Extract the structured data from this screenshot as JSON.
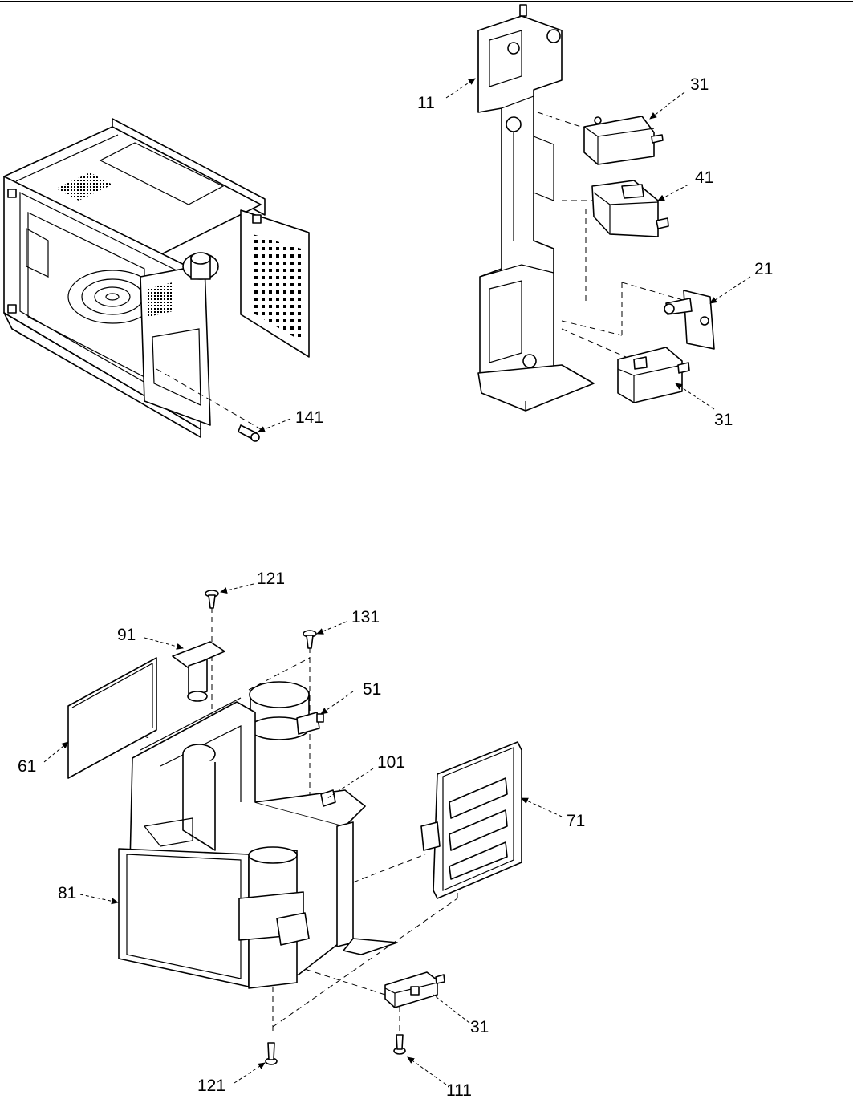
{
  "figure": {
    "callouts": [
      {
        "id": "c11",
        "text": "11"
      },
      {
        "id": "c31a",
        "text": "31"
      },
      {
        "id": "c41",
        "text": "41"
      },
      {
        "id": "c21",
        "text": "21"
      },
      {
        "id": "c31b",
        "text": "31"
      },
      {
        "id": "c141",
        "text": "141"
      },
      {
        "id": "c121a",
        "text": "121"
      },
      {
        "id": "c131",
        "text": "131"
      },
      {
        "id": "c91",
        "text": "91"
      },
      {
        "id": "c51",
        "text": "51"
      },
      {
        "id": "c61",
        "text": "61"
      },
      {
        "id": "c101",
        "text": "101"
      },
      {
        "id": "c71",
        "text": "71"
      },
      {
        "id": "c81",
        "text": "81"
      },
      {
        "id": "c31c",
        "text": "31"
      },
      {
        "id": "c121b",
        "text": "121"
      },
      {
        "id": "c111",
        "text": "111"
      }
    ]
  }
}
